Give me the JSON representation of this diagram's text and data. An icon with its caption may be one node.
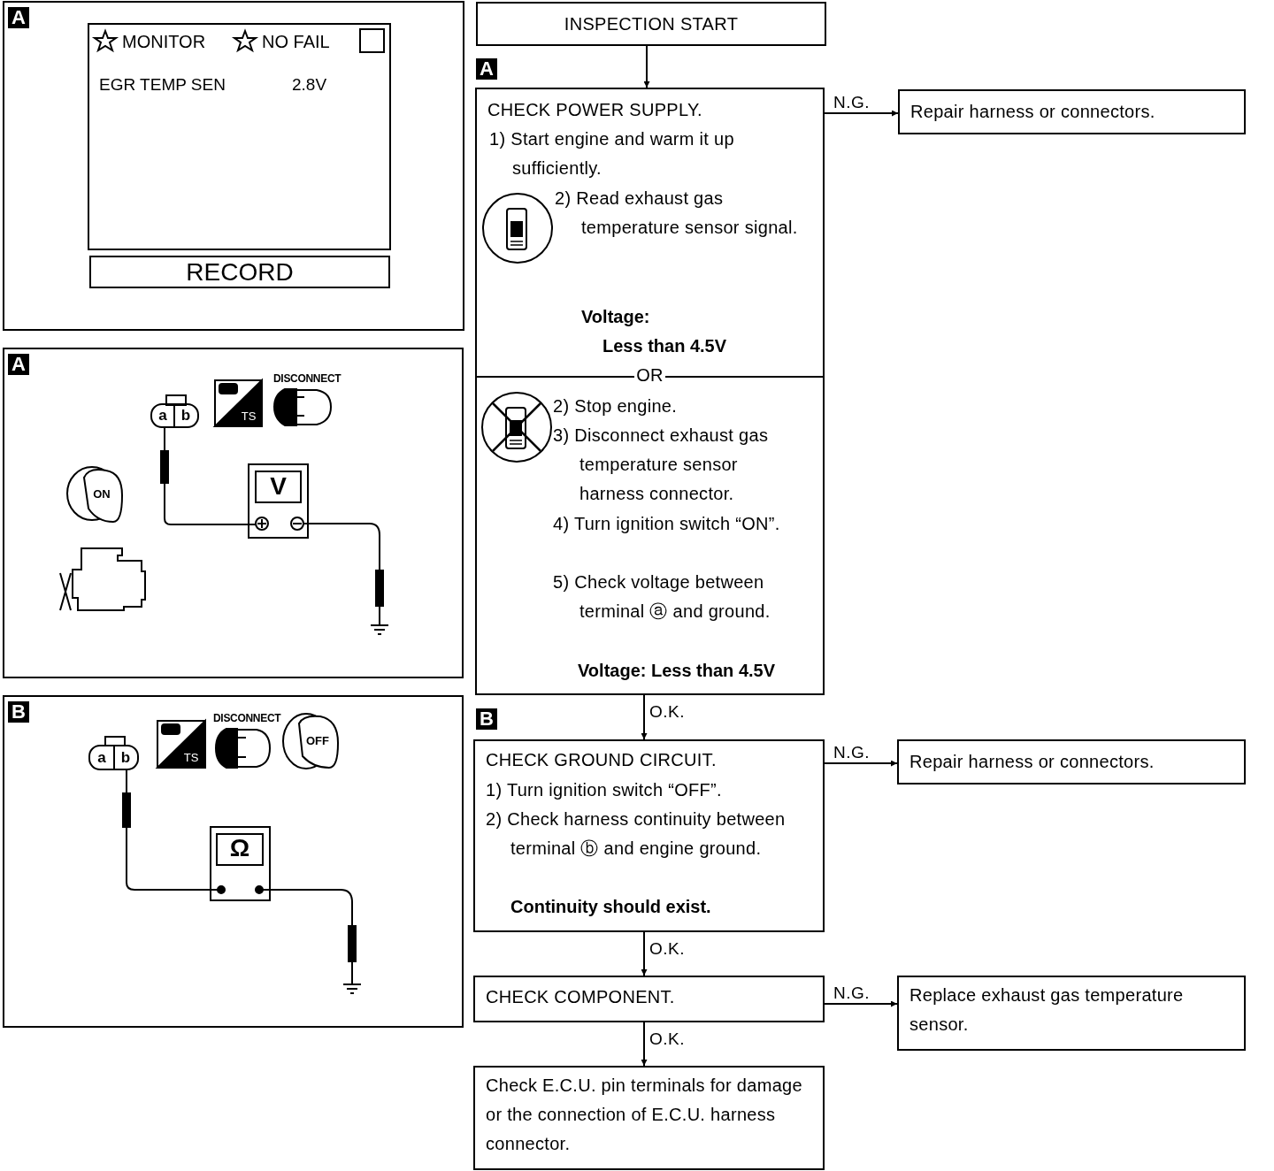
{
  "diagram": {
    "nodes": [
      {
        "text": [
          "INSPECTION START"
        ]
      },
      {
        "text": [
          "CHECK POWER SUPPLY.",
          "1) Start engine and warm it up sufficiently.",
          "2) Read exhaust gas temperature sensor signal.",
          "Voltage:",
          "Less than 4.5V",
          "OR",
          "2) Stop engine.",
          "3) Disconnect exhaust gas temperature sensor harness connector.",
          "4) Turn ignition switch “ON”.",
          "5) Check voltage between terminal ⓐ and ground.",
          "Voltage: Less than 4.5V"
        ]
      },
      {
        "text": [
          "Repair harness or connectors."
        ]
      },
      {
        "text": [
          "CHECK GROUND CIRCUIT.",
          "1) Turn ignition switch “OFF”.",
          "2) Check harness continuity between terminal ⓑ and engine ground.",
          "Continuity should exist."
        ]
      },
      {
        "text": [
          "Repair harness or connectors."
        ]
      },
      {
        "text": [
          "CHECK COMPONENT."
        ]
      },
      {
        "text": [
          "Replace exhaust gas temperature sensor."
        ]
      },
      {
        "text": [
          "Check E.C.U. pin terminals for damage or the connection of E.C.U. harness connector."
        ]
      }
    ],
    "edges": [
      {
        "from": 0,
        "to": 1,
        "arrow": "to"
      },
      {
        "from": 1,
        "to": 2,
        "arrow": "to",
        "label": "N.G."
      },
      {
        "from": 1,
        "to": 3,
        "arrow": "to",
        "label": "O.K."
      },
      {
        "from": 3,
        "to": 4,
        "arrow": "to",
        "label": "N.G."
      },
      {
        "from": 3,
        "to": 5,
        "arrow": "to",
        "label": "O.K."
      },
      {
        "from": 5,
        "to": 6,
        "arrow": "to",
        "label": "N.G."
      },
      {
        "from": 5,
        "to": 7,
        "arrow": "to",
        "label": "O.K."
      }
    ],
    "labels": [
      "A",
      "MONITOR",
      "NO FAIL",
      "EGR TEMP SEN",
      "2.8V",
      "RECORD",
      "A",
      "a",
      "b",
      "TS",
      "DISCONNECT",
      "ON",
      "V",
      "B",
      "a",
      "b",
      "TS",
      "DISCONNECT",
      "OFF",
      "Ω",
      "A",
      "B"
    ]
  }
}
